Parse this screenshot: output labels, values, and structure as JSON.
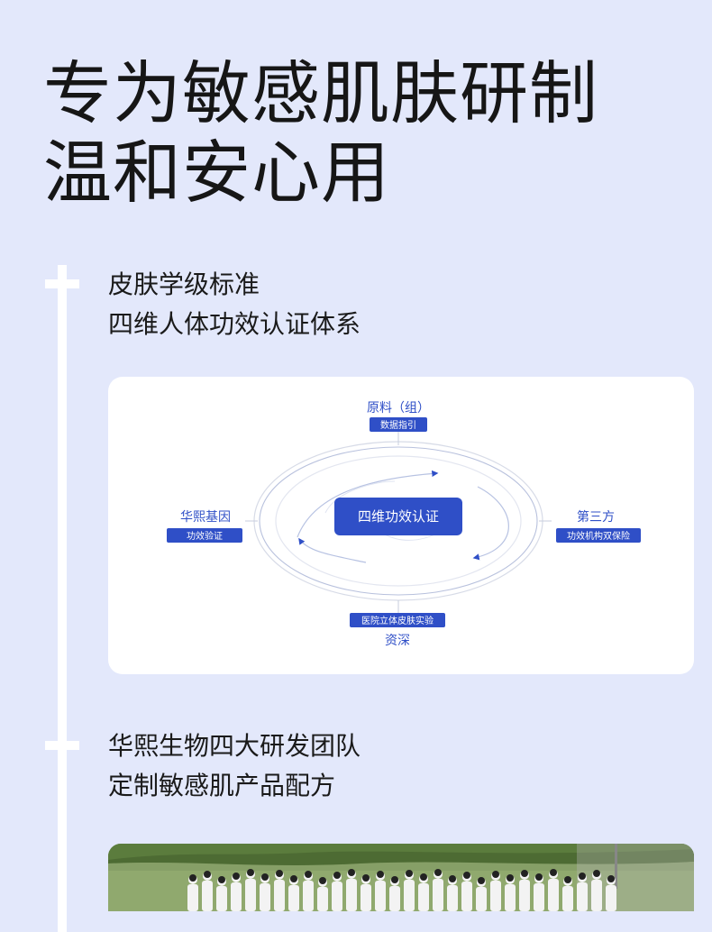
{
  "hero": {
    "line1": "专为敏感肌肤研制",
    "line2": "温和安心用"
  },
  "section1": {
    "line1": "皮肤学级标准",
    "line2": "四维人体功效认证体系"
  },
  "diagram": {
    "center_label": "四维功效认证",
    "top_title": "原料（组）",
    "top_tag": "数据指引",
    "left_title": "华熙基因",
    "left_tag": "功效验证",
    "right_title": "第三方",
    "right_tag": "功效机构双保险",
    "bottom_tag": "医院立体皮肤实验",
    "bottom_title": "资深"
  },
  "section2": {
    "line1": "华熙生物四大研发团队",
    "line2": "定制敏感肌产品配方"
  },
  "colors": {
    "background": "#e3e8fb",
    "accent": "#2f4fc7",
    "card": "#ffffff"
  }
}
